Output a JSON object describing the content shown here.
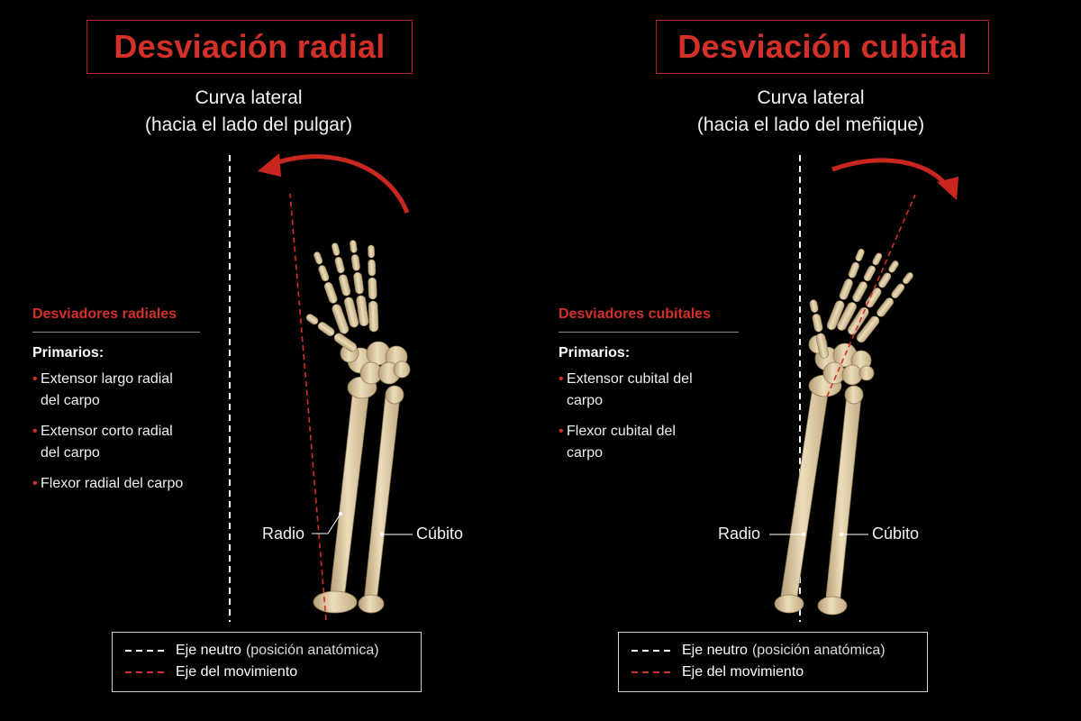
{
  "panels": [
    {
      "title": "Desviación radial",
      "subtitle_line1": "Curva lateral",
      "subtitle_line2": "(hacia el lado del pulgar)",
      "muscles_title": "Desviadores radiales",
      "primary_label": "Primarios:",
      "muscles": [
        "Extensor largo radial del carpo",
        "Extensor corto radial del carpo",
        "Flexor radial del carpo"
      ],
      "radius_label": "Radio",
      "ulna_label": "Cúbito",
      "legend_neutral": "Eje neutro",
      "legend_neutral_note": "(posición anatómica)",
      "legend_movement": "Eje del movimiento"
    },
    {
      "title": "Desviación cubital",
      "subtitle_line1": "Curva lateral",
      "subtitle_line2": "(hacia el lado del meñique)",
      "muscles_title": "Desviadores cubitales",
      "primary_label": "Primarios:",
      "muscles": [
        "Extensor cubital del carpo",
        "Flexor cubital del carpo"
      ],
      "radius_label": "Radio",
      "ulna_label": "Cúbito",
      "legend_neutral": "Eje neutro",
      "legend_neutral_note": "(posición anatómica)",
      "legend_movement": "Eje del movimiento"
    }
  ],
  "colors": {
    "accent": "#d3302a",
    "bone": "#e4d2ad",
    "bone_shadow": "#b59f74",
    "background": "#000000"
  },
  "icons": [
    "curved-arrow-left-icon",
    "curved-arrow-right-icon"
  ]
}
